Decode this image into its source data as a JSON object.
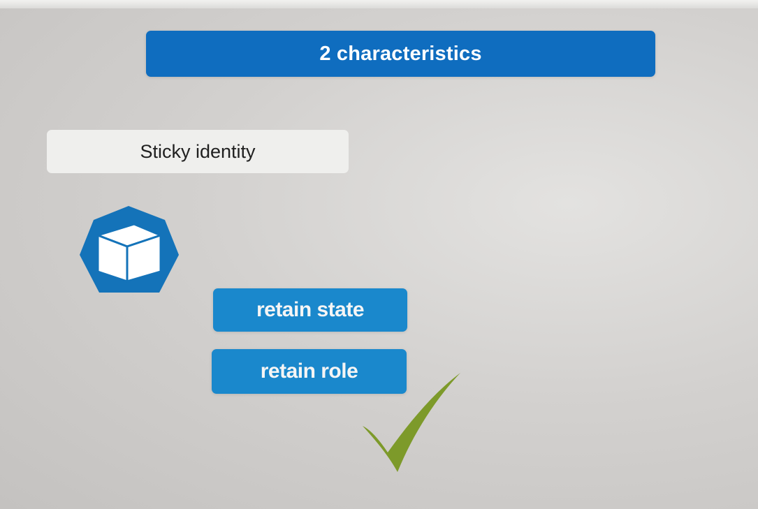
{
  "header": {
    "title": "2 characteristics"
  },
  "identity": {
    "label": "Sticky identity"
  },
  "icons": {
    "badge": "cube-icon",
    "confirmation": "checkmark-icon"
  },
  "features": [
    {
      "label": "retain state"
    },
    {
      "label": "retain role"
    }
  ],
  "colors": {
    "header_blue": "#0f6dbf",
    "pill_blue": "#1a88cc",
    "badge_blue": "#1473b9",
    "check_green": "#7d9a2a",
    "label_bg": "#efefed",
    "background": "#d3d1cf"
  }
}
